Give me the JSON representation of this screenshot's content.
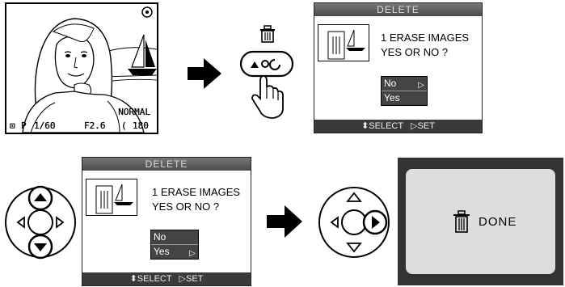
{
  "photo_screen": {
    "quality": "NORMAL",
    "shutter": "1/60",
    "aperture": "F2.6",
    "frames_remaining": "180",
    "mode": "P",
    "frame_bracket": "("
  },
  "delete_screen_1": {
    "title": "DELETE",
    "message_line1": "1 ERASE IMAGES",
    "message_line2": "YES OR NO  ?",
    "option_no": "No",
    "option_yes": "Yes",
    "footer_select": "SELECT",
    "footer_set": "SET"
  },
  "delete_screen_2": {
    "title": "DELETE",
    "message_line1": "1 ERASE IMAGES",
    "message_line2": "YES OR NO  ?",
    "option_no": "No",
    "option_yes": "Yes",
    "footer_select": "SELECT",
    "footer_set": "SET"
  },
  "done_screen": {
    "text": "DONE"
  },
  "icons": [
    "trash-icon",
    "arrow-right-icon",
    "hand-press-icon",
    "multi-selector-icon",
    "play-mode-icon"
  ]
}
